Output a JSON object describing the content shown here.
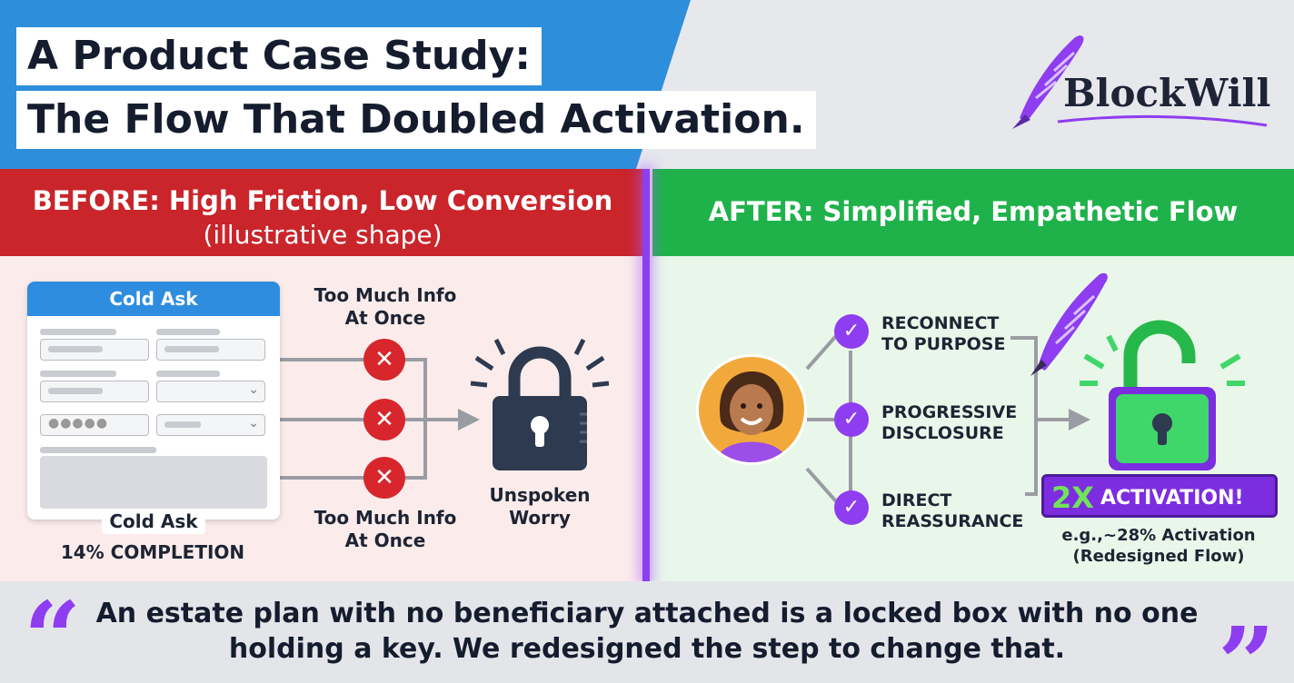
{
  "header": {
    "title_line1": "A Product Case Study:",
    "title_line2": "The Flow That Doubled Activation.",
    "brand": "BlockWill"
  },
  "before": {
    "title": "BEFORE: High Friction, Low Conversion",
    "subtitle": "(illustrative shape)",
    "form_title": "Cold Ask",
    "form_label": "Cold Ask",
    "completion": "14% COMPLETION",
    "label_top": "Too Much Info At Once",
    "label_bottom": "Too Much Info At Once",
    "lock_label": "Unspoken Worry"
  },
  "after": {
    "title": "AFTER: Simplified, Empathetic Flow",
    "steps": [
      "RECONNECT TO PURPOSE",
      "PROGRESSIVE DISCLOSURE",
      "DIRECT REASSURANCE"
    ],
    "badge_multiplier": "2X",
    "badge_text": "ACTIVATION!",
    "example_line1": "e.g.,~28% Activation",
    "example_line2": "(Redesigned Flow)"
  },
  "quote": {
    "text": "An estate plan with no beneficiary attached is a locked box with no one holding a key. We redesigned the step to change that.",
    "open_mark": "“",
    "close_mark": "”"
  },
  "colors": {
    "blue": "#2d8fdc",
    "red": "#c9252b",
    "green": "#1fb24b",
    "purple": "#8e3df0"
  },
  "icons": [
    "quill-logo-icon",
    "x-icon",
    "padlock-closed-icon",
    "check-icon",
    "quill-icon",
    "padlock-open-icon",
    "avatar-icon",
    "quote-icon"
  ]
}
